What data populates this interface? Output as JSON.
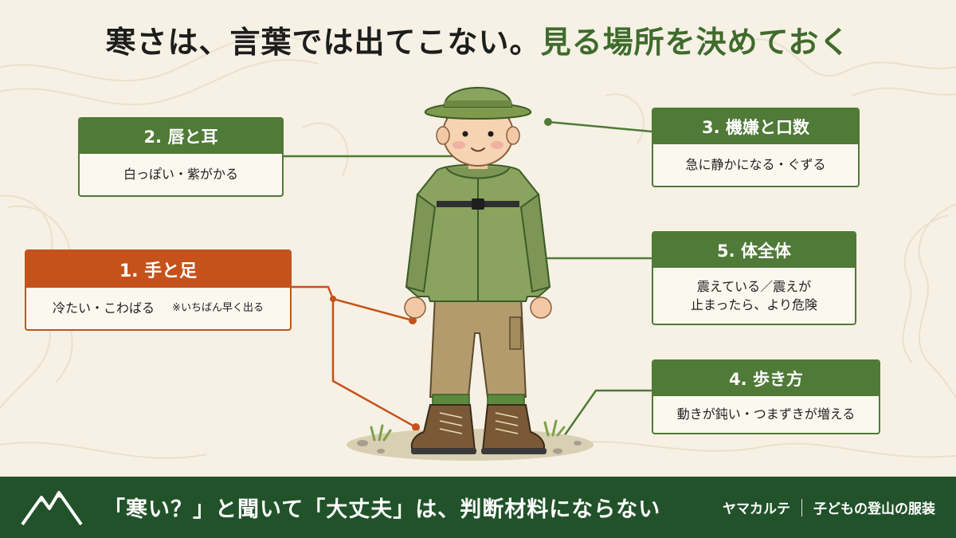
{
  "title": {
    "part1": "寒さは、言葉では出てこない。",
    "part2": "見る場所を決めておく"
  },
  "colors": {
    "background": "#f6f1e4",
    "green": "#4f7a37",
    "orange": "#c5521b",
    "footer": "#21522a"
  },
  "cards": {
    "lips": {
      "heading": "2. 唇と耳",
      "text": "白っぽい・紫がかる"
    },
    "mood": {
      "heading": "3. 機嫌と口数",
      "text": "急に静かになる・ぐずる"
    },
    "hands": {
      "heading": "1. 手と足",
      "text": "冷たい・こわばる",
      "note": "※いちばん早く出る"
    },
    "body": {
      "heading": "5. 体全体",
      "line1": "震えている／震えが",
      "line2": "止まったら、より危険"
    },
    "walk": {
      "heading": "4. 歩き方",
      "text": "動きが鈍い・つまずきが増える"
    }
  },
  "footer": {
    "message": "「寒い？」と聞いて「大丈夫」は、判断材料にならない",
    "brand": "ヤマカルテ",
    "series": "子どもの登山の服装",
    "logo_icon": "mountain-icon"
  }
}
